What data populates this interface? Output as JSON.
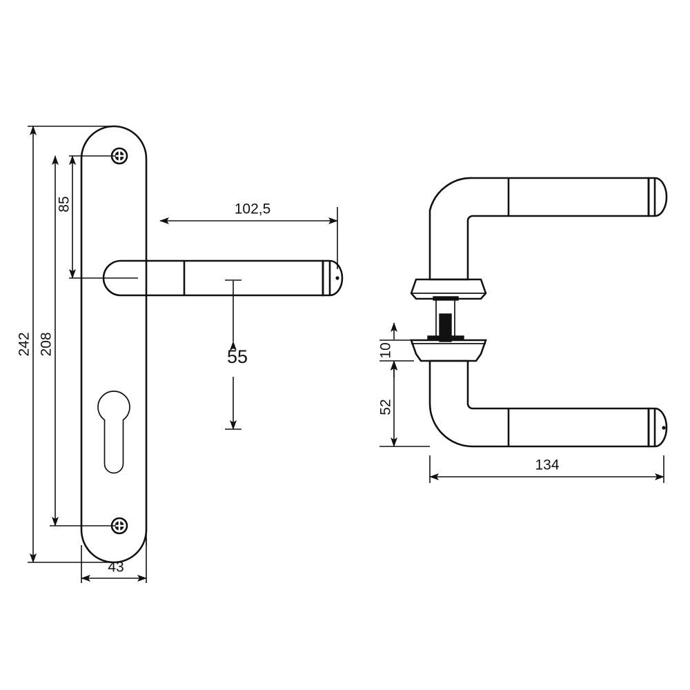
{
  "drawing": {
    "title": "Door Handle on Backplate - Technical Dimension Drawing",
    "units": "mm",
    "line_color": "#111111",
    "background_color": "#ffffff"
  },
  "views": {
    "front": {
      "name": "front-elevation-view",
      "description": "Lever handle mounted on long rounded backplate with euro cylinder keyhole and two fixing screws"
    },
    "side": {
      "name": "side-section-view",
      "description": "Paired lever handles with roses and connecting square spindle"
    }
  },
  "dimensions": {
    "plate_overall_height": "242",
    "screw_centres": "208",
    "top_screw_to_lever_axis": "85",
    "plate_width": "43",
    "lever_projection_front": "102,5",
    "lever_axis_to_tip_drop": "55",
    "lever_length_side": "134",
    "rose_height": "10",
    "lever_axis_to_lever_bottom": "52"
  },
  "components": {
    "backplate": "backplate",
    "keyhole": "euro-cylinder-keyhole",
    "screw_top": "fixing-screw-top",
    "screw_bottom": "fixing-screw-bottom",
    "lever_front": "lever-handle-front",
    "lever_top": "lever-handle-upper",
    "lever_bottom": "lever-handle-lower",
    "rose_top": "rose-escutcheon-upper",
    "rose_bottom": "rose-escutcheon-lower",
    "spindle": "square-spindle"
  },
  "chart_data": {
    "type": "table",
    "title": "Door Handle Dimensions",
    "categories": [
      "242",
      "208",
      "85",
      "43",
      "102,5",
      "55",
      "134",
      "10",
      "52"
    ],
    "values": [
      242,
      208,
      85,
      43,
      102.5,
      55,
      134,
      10,
      52
    ]
  }
}
